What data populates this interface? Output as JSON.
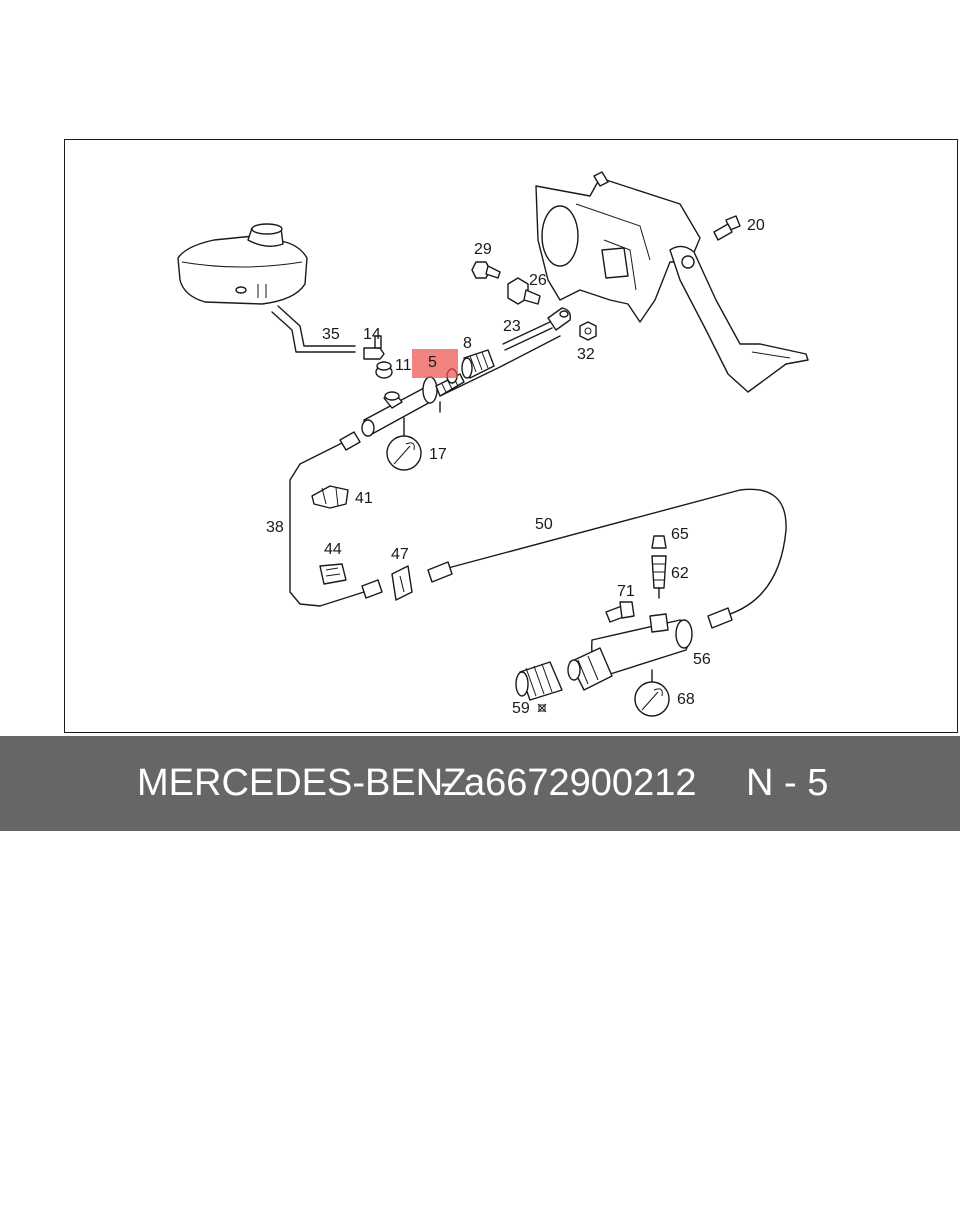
{
  "diagram": {
    "callouts": {
      "c35": "35",
      "c14": "14",
      "c11": "11",
      "c5": "5",
      "c8": "8",
      "c23": "23",
      "c29": "29",
      "c26": "26",
      "c32": "32",
      "c20": "20",
      "c17": "17",
      "c41": "41",
      "c38": "38",
      "c50": "50",
      "c65": "65",
      "c44": "44",
      "c47": "47",
      "c62": "62",
      "c71": "71",
      "c56": "56",
      "c59": "59",
      "c68": "68"
    },
    "highlight_color": "#ef5350"
  },
  "caption": {
    "brand": "MERCEDES-BENZ",
    "separator": "-",
    "part_number": "a6672900212",
    "position": "N - 5"
  },
  "colors": {
    "caption_bar": "#666666",
    "caption_text": "#ffffff",
    "line": "#1a1a1a"
  }
}
